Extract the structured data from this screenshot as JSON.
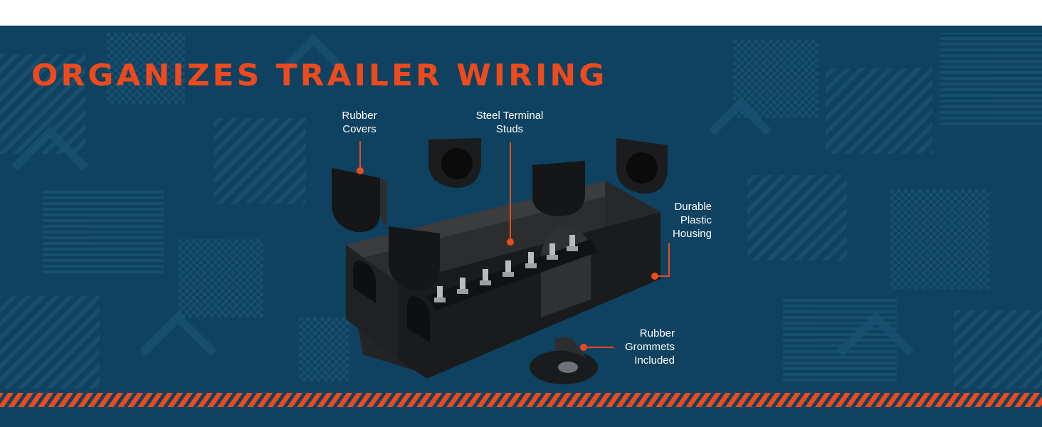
{
  "headline": "ORGANIZES TRAILER WIRING",
  "callouts": {
    "rubber_covers": "Rubber\nCovers",
    "steel_studs": "Steel Terminal\nStuds",
    "housing": "Durable\nPlastic\nHousing",
    "grommets": "Rubber\nGrommets\nIncluded"
  },
  "colors": {
    "background": "#0e4260",
    "accent": "#ee4a1d",
    "text": "#ffffff"
  }
}
